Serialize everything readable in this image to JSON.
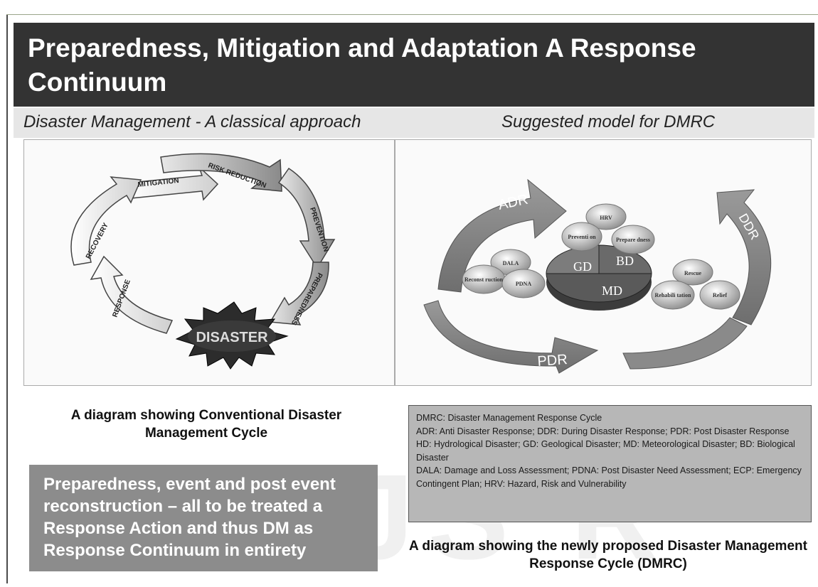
{
  "title": "Preparedness, Mitigation and Adaptation A Response Continuum",
  "subheads": {
    "left": "Disaster Management  - A classical approach",
    "right": "Suggested model for DMRC"
  },
  "left_diagram": {
    "arrows": [
      "MITIGATION",
      "RISK REDUCTION",
      "PREVENTION",
      "PREPAREDNESS",
      "RESPONSE",
      "RECOVERY"
    ],
    "center": "DISASTER"
  },
  "right_diagram": {
    "arrows": [
      "ADR",
      "DDR",
      "PDR"
    ],
    "pie": [
      "GD",
      "BD",
      "MD"
    ],
    "top_cluster": [
      "HRV",
      "Preventi on",
      "Prepare dness"
    ],
    "left_cluster": [
      "DALA",
      "Reconst ruction",
      "PDNA"
    ],
    "right_cluster": [
      "Rescue",
      "Rehabili tation",
      "Relief"
    ]
  },
  "captions": {
    "left": "A diagram showing Conventional Disaster Management Cycle",
    "right": "A diagram showing the newly proposed Disaster Management Response Cycle (DMRC)"
  },
  "note": "Preparedness, event and post event reconstruction – all to be treated a Response Action and thus DM as Response Continuum in entirety",
  "legend": [
    "DMRC: Disaster Management Response Cycle",
    "ADR: Anti Disaster Response; DDR: During Disaster Response; PDR: Post Disaster Response",
    "HD: Hydrological Disaster; GD: Geological Disaster; MD: Meteorological Disaster; BD: Biological Disaster",
    "DALA: Damage and Loss Assessment; PDNA: Post Disaster Need Assessment; ECP: Emergency Contingent Plan; HRV: Hazard, Risk and Vulnerability"
  ]
}
